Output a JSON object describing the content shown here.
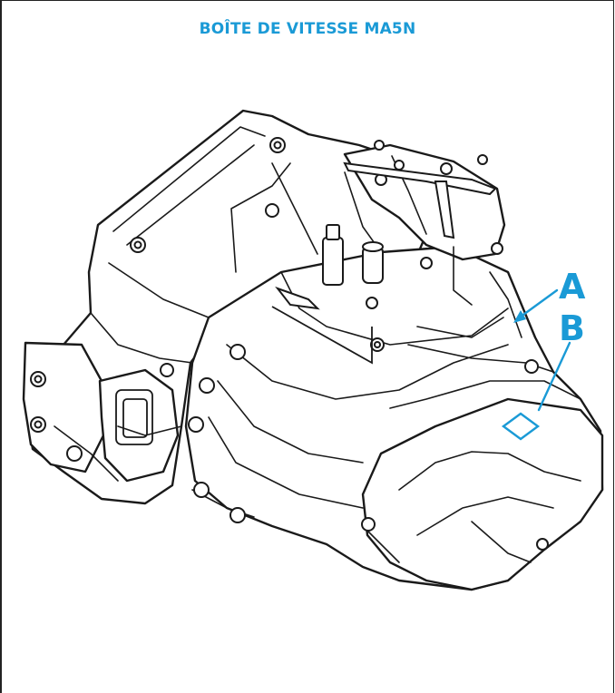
{
  "title": "BOÎTE DE VITESSE MA5N",
  "callouts": [
    {
      "label": "A"
    },
    {
      "label": "B"
    }
  ],
  "colors": {
    "accent": "#1a9ad6",
    "line": "#1a1a1a",
    "fill": "#ffffff"
  }
}
